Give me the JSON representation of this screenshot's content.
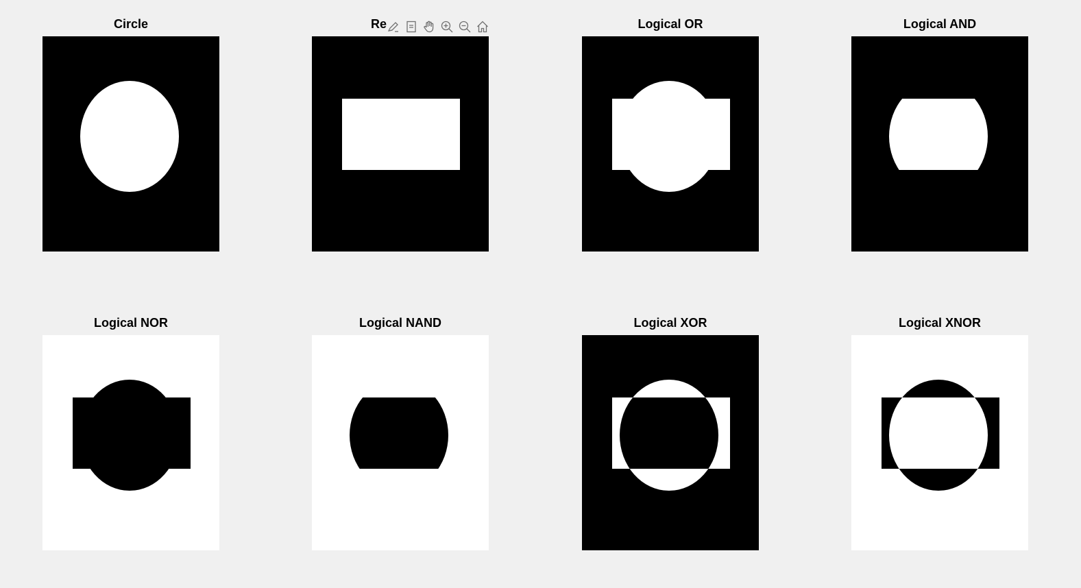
{
  "figure": {
    "colors": {
      "background": "#f0f0f0",
      "foreground": "#000000",
      "highlight": "#ffffff",
      "toolbar_icon": "#707070"
    },
    "subplots": [
      {
        "title": "Circle",
        "mode": "circle",
        "background": "black"
      },
      {
        "title": "Re",
        "mode": "rect",
        "background": "black"
      },
      {
        "title": "Logical OR",
        "mode": "or",
        "background": "black"
      },
      {
        "title": "Logical AND",
        "mode": "and",
        "background": "black"
      },
      {
        "title": "Logical NOR",
        "mode": "nor",
        "background": "white"
      },
      {
        "title": "Logical NAND",
        "mode": "nand",
        "background": "white"
      },
      {
        "title": "Logical XOR",
        "mode": "xor",
        "background": "black"
      },
      {
        "title": "Logical XNOR",
        "mode": "xnor",
        "background": "white"
      }
    ]
  },
  "toolbar": {
    "buttons": [
      {
        "icon": "brush-icon"
      },
      {
        "icon": "data-tip-icon"
      },
      {
        "icon": "pan-hand-icon"
      },
      {
        "icon": "zoom-in-icon"
      },
      {
        "icon": "zoom-out-icon"
      },
      {
        "icon": "home-icon"
      }
    ]
  }
}
